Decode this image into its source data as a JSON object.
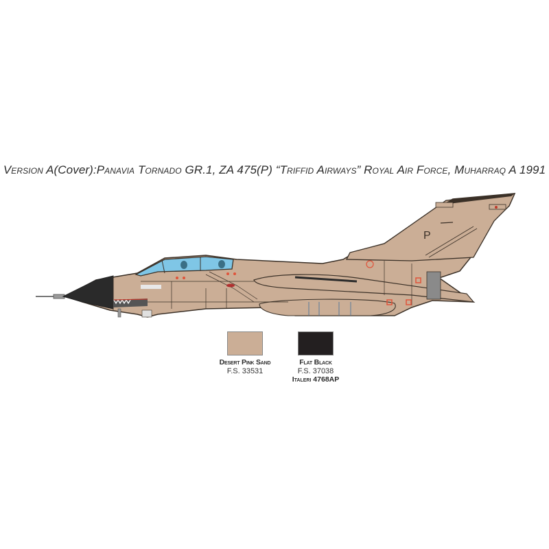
{
  "title": {
    "prefix": "Version A",
    "cover": "(Cover):",
    "text": "Panavia Tornado GR.1, ZA 475(P) “Triffid Airways” Royal Air Force, Muharraq A 1991"
  },
  "aircraft": {
    "name": "Panavia Tornado GR.1",
    "tail_letter": "P",
    "colors": {
      "camouflage": "#CBAE96",
      "nose": "#2A2A2A",
      "canopy": "#7FC6E6",
      "outline": "#3a3027",
      "markings_red": "#E0533A"
    }
  },
  "swatches": [
    {
      "name": "Desert Pink Sand",
      "code": "F.S. 33531",
      "extra": "",
      "color": "#CBAE96"
    },
    {
      "name": "Flat Black",
      "code": "F.S. 37038",
      "extra": "Italeri 4768AP",
      "color": "#231F20"
    }
  ]
}
